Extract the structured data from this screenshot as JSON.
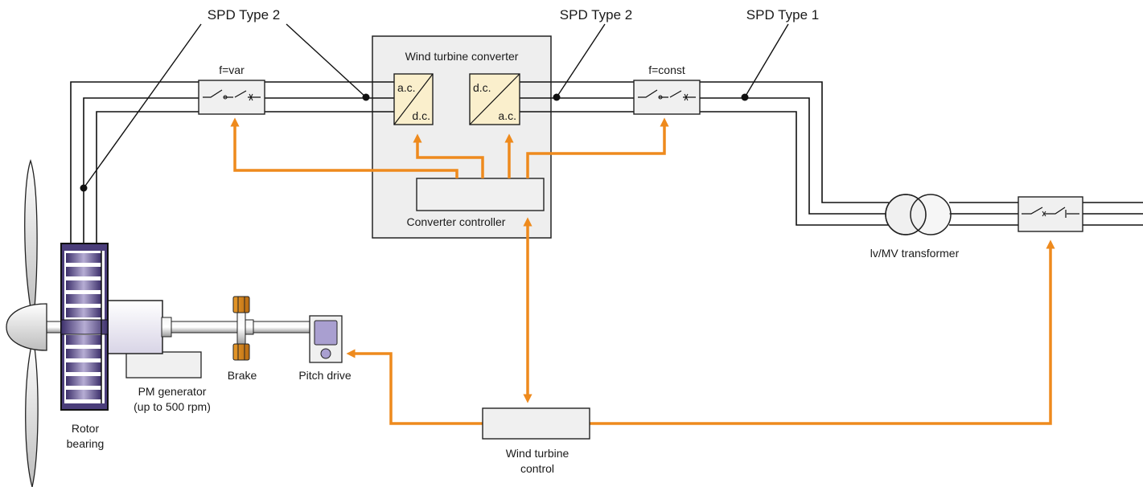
{
  "labels": {
    "spd_left": "SPD Type 2",
    "spd_mid": "SPD Type 2",
    "spd_right": "SPD Type 1",
    "breaker_var": "f=var",
    "breaker_const": "f=const",
    "converter_title": "Wind turbine converter",
    "rectifier_top": "a.c.",
    "rectifier_bottom": "d.c.",
    "inverter_top": "d.c.",
    "inverter_bottom": "a.c.",
    "converter_controller": "Converter controller",
    "transformer": "lv/MV transformer",
    "generator_line1": "PM generator",
    "generator_line2": "(up to 500 rpm)",
    "brake": "Brake",
    "pitch_drive": "Pitch drive",
    "rotor_line1": "Rotor",
    "rotor_line2": "bearing",
    "control_line1": "Wind turbine",
    "control_line2": "control"
  },
  "colors": {
    "signal": "#ee8a1d",
    "converter_fill": "#faefcc",
    "box_fill": "#f0f0f0",
    "rotor": "#5a4a8a"
  }
}
